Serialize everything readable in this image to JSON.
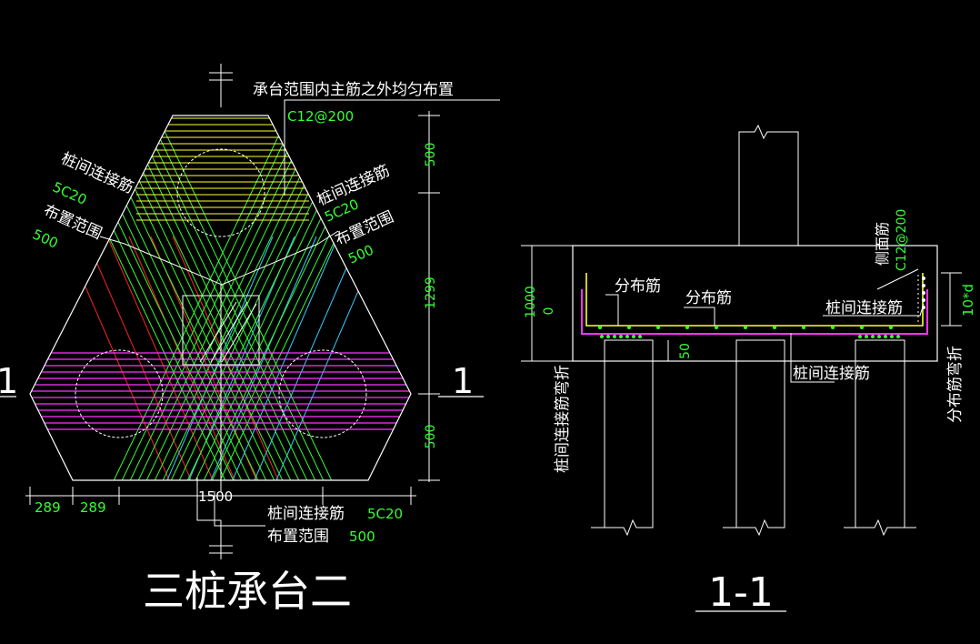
{
  "plan": {
    "title": "三桩承台二",
    "note_top": "承台范围内主筋之外均匀布置",
    "spec_top": "C12@200",
    "conn_left_label": "桩间连接筋",
    "conn_left_spec": "5C20",
    "range_left_label": "布置范围",
    "range_left_value": "500",
    "conn_right_label": "桩间连接筋",
    "conn_right_spec": "5C20",
    "range_right_label": "布置范围",
    "range_right_value": "500",
    "conn_bottom_label": "桩间连接筋",
    "conn_bottom_spec": "5C20",
    "range_bottom_label": "布置范围",
    "range_bottom_value": "500",
    "dim_right_1": "500",
    "dim_right_2": "1299",
    "dim_right_3": "500",
    "dim_bottom_1": "289",
    "dim_bottom_2": "289",
    "dim_bottom_3": "1500",
    "section_mark_left": "1",
    "section_mark_right": "1"
  },
  "section": {
    "title": "1-1",
    "dist_bar_1": "分布筋",
    "dist_bar_2": "分布筋",
    "conn_bar_right": "桩间连接筋",
    "conn_bar_bottom": "桩间连接筋",
    "side_bar_label": "侧面筋",
    "side_bar_spec": "C12@200",
    "dim_height": "1000",
    "dim_zero": "0",
    "dim_50": "50",
    "left_vertical_note": "桩间连接筋弯折",
    "right_vertical_note": "分布筋弯折",
    "hook_length": "10*d"
  },
  "colors": {
    "background": "#000000",
    "outline": "#ffffff",
    "green_bars": "#33ff33",
    "yellow_bars": "#ffff33",
    "magenta_bars": "#ff33ff",
    "red_bars": "#ff2222",
    "cyan_bars": "#33ccff"
  }
}
